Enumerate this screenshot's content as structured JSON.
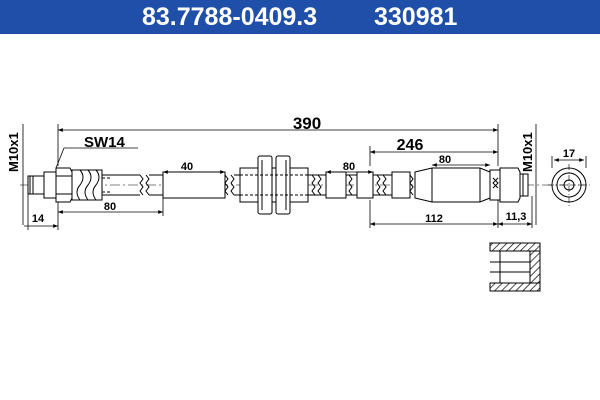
{
  "header": {
    "part_number": "83.7788-0409.3",
    "ref_number": "330981",
    "background": "#1f4fa8",
    "text_color": "#ffffff"
  },
  "drawing": {
    "thread_left": "M10x1",
    "thread_right": "M10x1",
    "wrench_size": "SW14",
    "dims": {
      "total_length": "390",
      "sub_length": "246",
      "left_hex_offset": "14",
      "left_fitting_length": "80",
      "sleeve_1": "40",
      "sleeve_2": "80",
      "sleeve_3": "80",
      "right_length": "112",
      "right_end": "11,3",
      "end_view_diameter": "17"
    }
  }
}
